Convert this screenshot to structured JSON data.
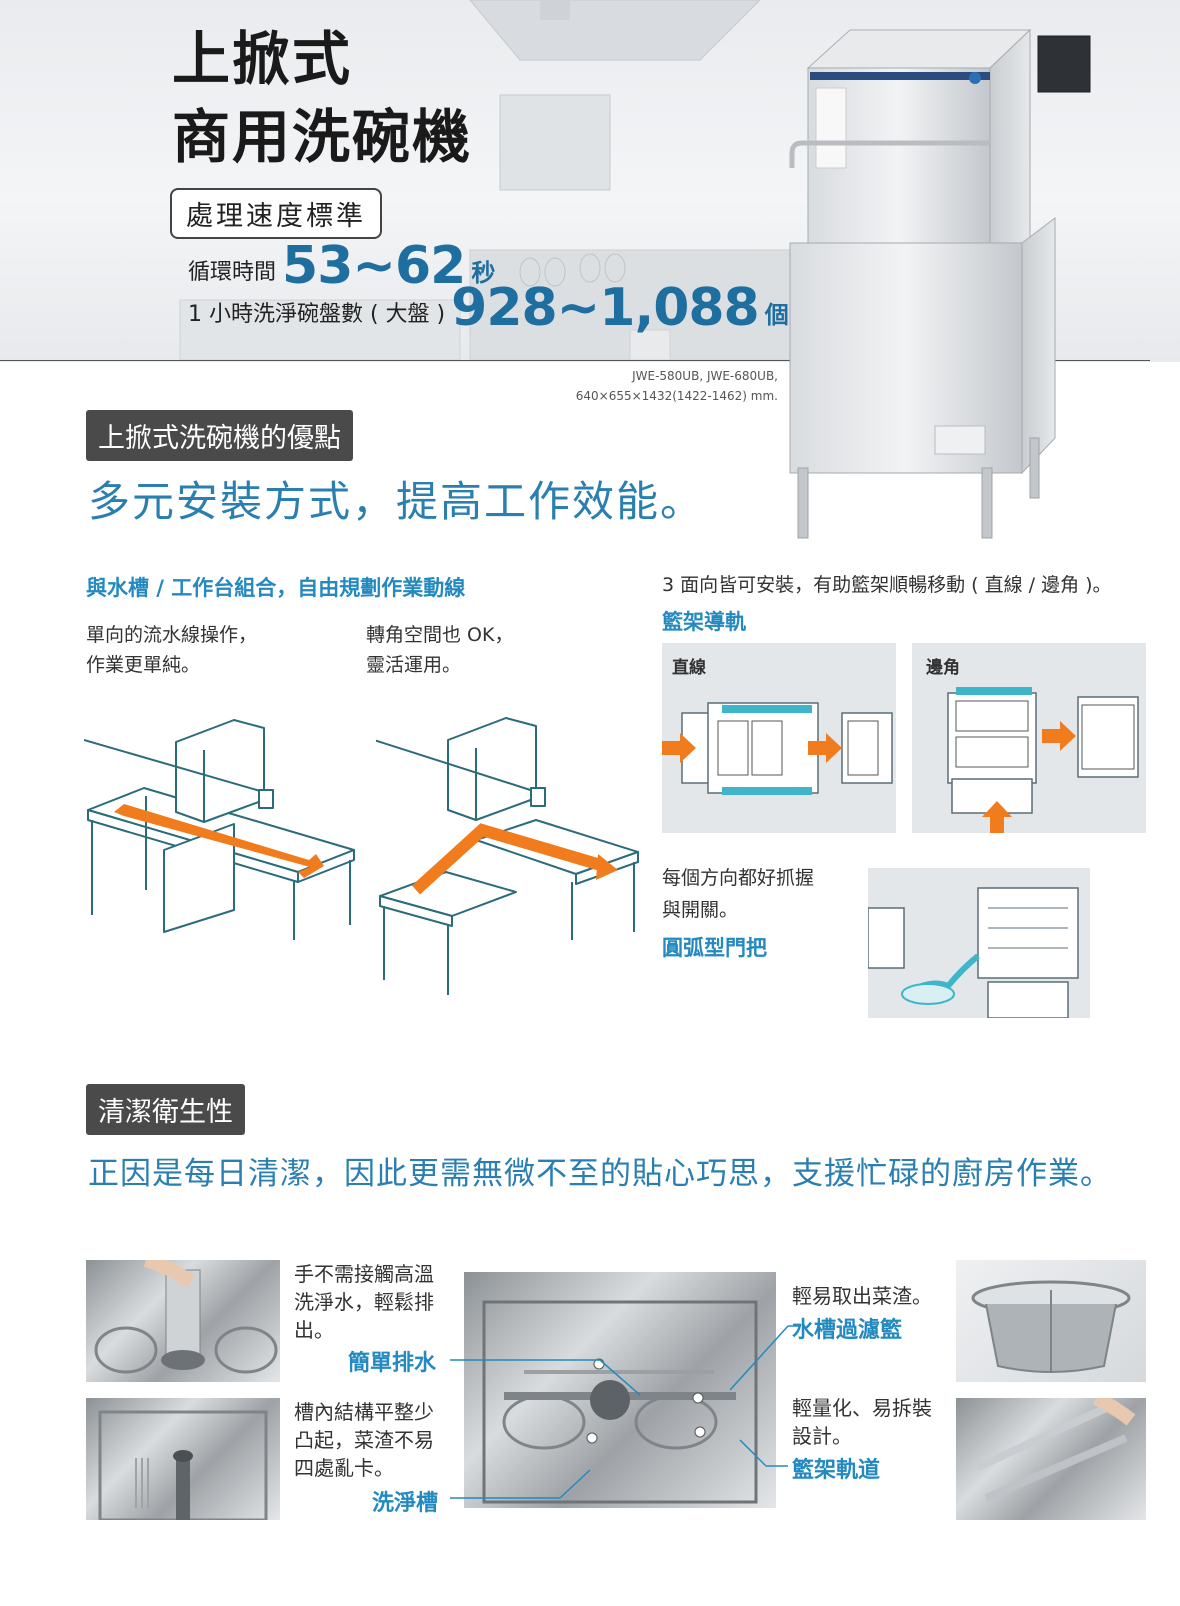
{
  "hero": {
    "title_line1": "上掀式",
    "title_line2": "商用洗碗機",
    "speed_label": "處理速度標準",
    "cycle_label": "循環時間",
    "cycle_value": "53~62",
    "cycle_unit": "秒",
    "dish_label": "1 小時洗淨碗盤數 ( 大盤 )",
    "dish_value": "928~1,088",
    "dish_unit": "個",
    "model_line1": "JWE-580UB, JWE-680UB,",
    "model_line2": "640×655×1432(1422-1462) mm."
  },
  "advantages": {
    "tag": "上掀式洗碗機的優點",
    "headline": "多元安裝方式，提高工作效能。",
    "left_subtitle": "與水槽 / 工作台組合，自由規劃作業動線",
    "left_text1_line1": "單向的流水線操作，",
    "left_text1_line2": "作業更單純。",
    "left_text2_line1": "轉角空間也 OK，",
    "left_text2_line2": "靈活運用。",
    "right_intro": "3 面向皆可安裝，有助籃架順暢移動 ( 直線 / 邊角 )。",
    "rack_guide": "籃架導軌",
    "straight_label": "直線",
    "corner_label": "邊角",
    "handle_text_line1": "每個方向都好抓握",
    "handle_text_line2": "與開關。",
    "handle_label": "圓弧型門把"
  },
  "hygiene": {
    "tag": "清潔衛生性",
    "headline": "正因是每日清潔，因此更需無微不至的貼心巧思，支援忙碌的廚房作業。",
    "drain_text_line1": "手不需接觸高溫",
    "drain_text_line2": "洗淨水，輕鬆排",
    "drain_text_line3": "出。",
    "drain_label": "簡單排水",
    "tank_text_line1": "槽內結構平整少",
    "tank_text_line2": "凸起，菜渣不易",
    "tank_text_line3": "四處亂卡。",
    "tank_label": "洗淨槽",
    "filter_text": "輕易取出菜渣。",
    "filter_label": "水槽過濾籃",
    "rail_text_line1": "輕量化、易拆裝",
    "rail_text_line2": "設計。",
    "rail_label": "籃架軌道"
  },
  "colors": {
    "accent_blue": "#2389bf",
    "arrow_orange": "#f07c1e",
    "line_teal": "#2a8fa0",
    "tag_gray": "#4a4a4a"
  }
}
